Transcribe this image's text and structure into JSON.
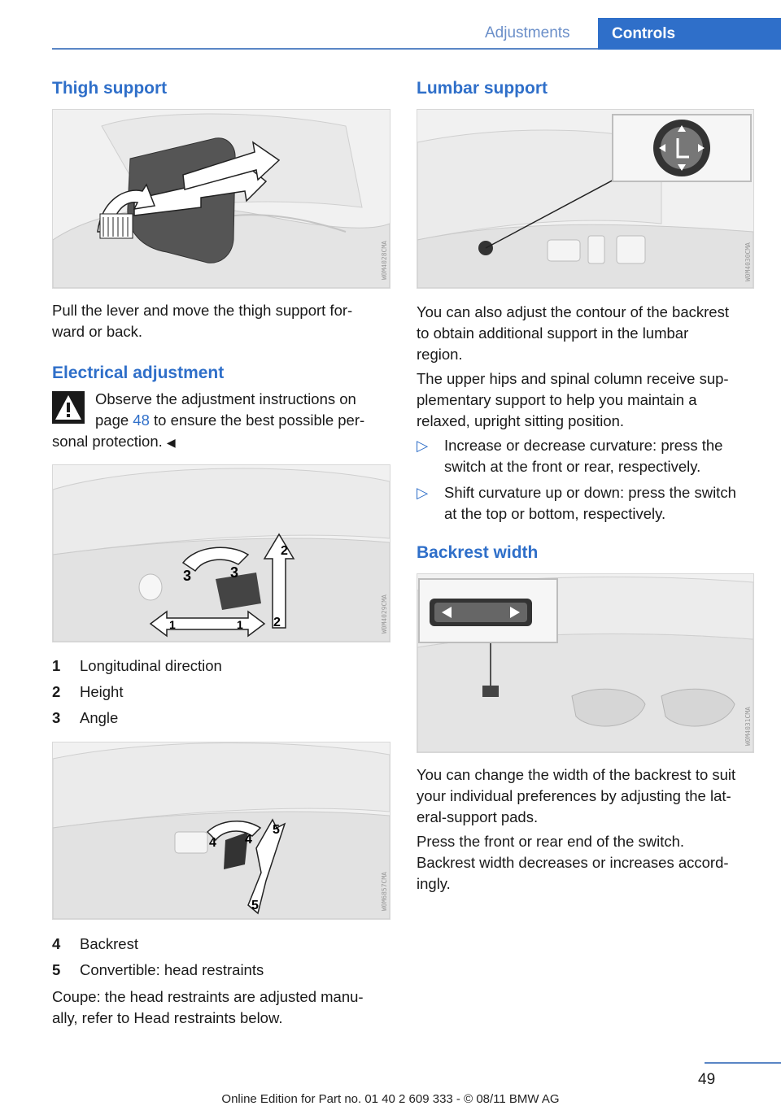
{
  "header": {
    "section": "Adjustments",
    "tab": "Controls"
  },
  "left": {
    "thigh": {
      "title": "Thigh support",
      "fig_code": "W0M4028CMA",
      "text": "Pull the lever and move the thigh support for-\nward or back."
    },
    "electrical": {
      "title": "Electrical adjustment",
      "warn_line1": "Observe the adjustment instructions on",
      "warn_line2_pre": "page ",
      "warn_link": "48",
      "warn_line2_post": " to ensure the best possible per-",
      "warn_line3": "sonal protection.",
      "end_mark": "◀",
      "fig_code": "W0M4029CMA",
      "items": [
        {
          "num": "1",
          "label": "Longitudinal direction"
        },
        {
          "num": "2",
          "label": "Height"
        },
        {
          "num": "3",
          "label": "Angle"
        }
      ]
    },
    "convertible": {
      "fig_code": "W0M6857CMA",
      "items": [
        {
          "num": "4",
          "label": "Backrest"
        },
        {
          "num": "5",
          "label": "Convertible: head restraints"
        }
      ],
      "text": "Coupe: the head restraints are adjusted manu-\nally, refer to Head restraints below."
    }
  },
  "right": {
    "lumbar": {
      "title": "Lumbar support",
      "fig_code": "W0M4030CMA",
      "text1": "You can also adjust the contour of the backrest\nto obtain additional support in the lumbar\nregion.",
      "text2": "The upper hips and spinal column receive sup-\nplementary support to help you maintain a\nrelaxed, upright sitting position.",
      "bullet_mark": "▷",
      "bullets": [
        "Increase or decrease curvature: press the\nswitch at the front or rear, respectively.",
        "Shift curvature up or down: press the switch\nat the top or bottom, respectively."
      ]
    },
    "backrest": {
      "title": "Backrest width",
      "fig_code": "W0M4031CMA",
      "text1": "You can change the width of the backrest to suit\nyour individual preferences by adjusting the lat-\neral-support pads.",
      "text2": "Press the front or rear end of the switch.\nBackrest width decreases or increases accord-\ningly."
    }
  },
  "footer": {
    "page_number": "49",
    "edition": "Online Edition for Part no. 01 40 2 609 333 - © 08/11 BMW AG"
  },
  "colors": {
    "accent": "#2f6fc9",
    "rule": "#5a86c5"
  }
}
